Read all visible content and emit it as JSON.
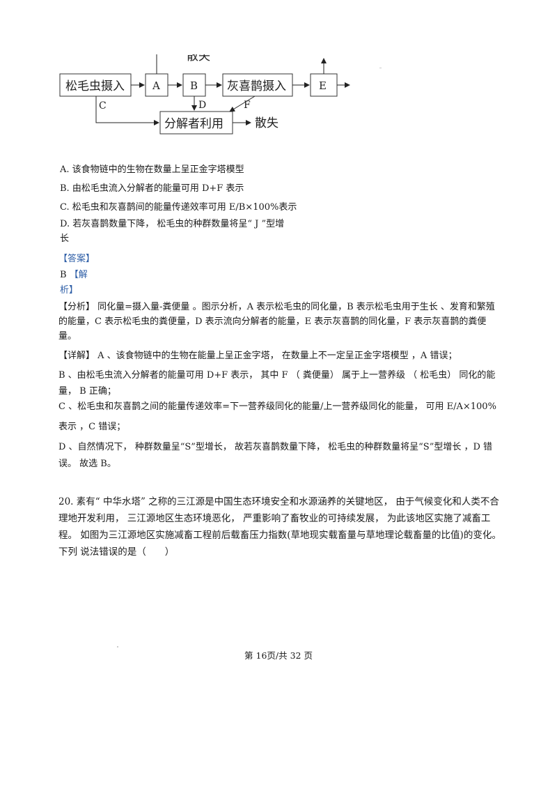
{
  "diagram": {
    "top_label": "散失",
    "node_pine": "松毛虫摄入",
    "node_a": "A",
    "node_b": "B",
    "node_magpie": "灰喜鹊摄入",
    "node_e": "E",
    "node_decomp": "分解者利用",
    "label_c": "C",
    "label_d": "D",
    "label_f": "F",
    "lost_right": "散失"
  },
  "options": {
    "a": "A. 该食物链中的生物在数量上呈正金字塔模型",
    "b": "B. 由松毛虫流入分解者的能量可用 D+F 表示",
    "c": "C. 松毛虫和灰喜鹊间的能量传递效率可用 E/B×100%表示",
    "d1": "D. 若灰喜鹊数量下降， 松毛虫的种群数量将呈“ J ”型增",
    "d2": "长"
  },
  "answer": {
    "label": "【答案】",
    "letter": "B",
    "jiexi_1": "【解",
    "jiexi_2": "析】"
  },
  "analysis": {
    "tag": "【分析】",
    "text": " 同化量=摄入量-粪便量 。图示分析，A 表示松毛虫的同化量，B 表示松毛虫用于生长 、发育和繁殖 的能量，C 表示松毛虫的粪便量，D 表示流向分解者的能量，E 表示灰喜鹊的同化量，F 表示灰喜鹊的粪便 量。"
  },
  "details": {
    "tag": "【详解】",
    "a": " A 、该食物链中的生物在能量上呈正金字塔， 在数量上不一定呈正金字塔模型 ，A 错误；",
    "b": "B 、由松毛虫流入分解者的能量可用 D+F 表示， 其中 F （ 粪便量） 属于上一营养级 （ 松毛虫） 同化的能量， B 正确；",
    "c1": "C 、松毛虫和灰喜鹊之间的能量传递效率=下一营养级同化的能量/上一营养级同化的能量， 可用 E/A×100%",
    "c2": "表示 ，C 错误；",
    "d": "D 、自然情况下， 种群数量呈“S”型增长， 故若灰喜鹊数量下降， 松毛虫的种群数量将呈“S”型增长 ，D 错误。 故选 B。"
  },
  "question20": {
    "text": "20. 素有“ 中华水塔” 之称的三江源是中国生态环境安全和水源涵养的关键地区， 由于气候变化和人类不合理地开发利用， 三江源地区生态环境恶化， 严重影响了畜牧业的可持续发展， 为此该地区实施了减畜工程。 如图为三江源地区实施减畜工程前后载畜压力指数(草地现实载畜量与草地理论载畜量的比值)的变化。 下列 说法错误的是（　　）"
  },
  "footer": {
    "text": "第 16页/共 32 页"
  }
}
